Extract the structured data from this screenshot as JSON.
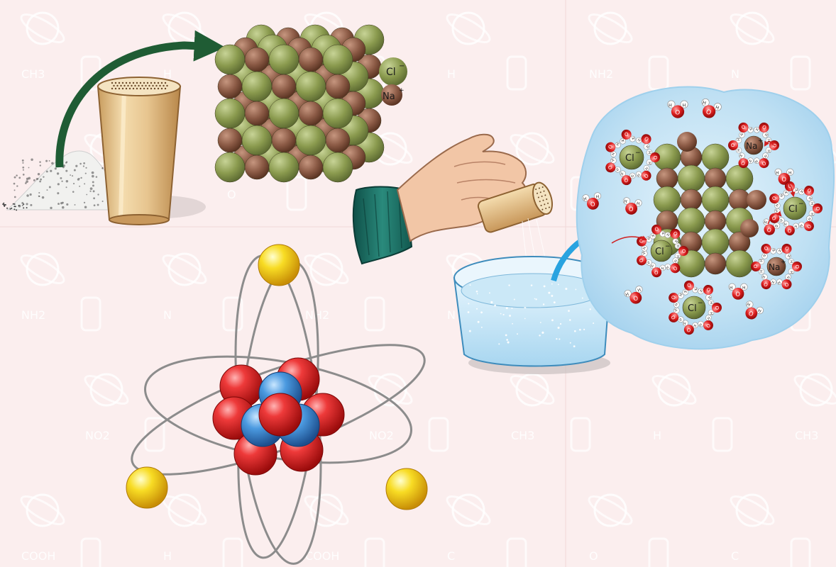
{
  "background": {
    "color": "#fbeeee",
    "doodle_color": "#ffffff",
    "doodle_labels": [
      "CH3",
      "C",
      "NH2",
      "NO2",
      "COOH",
      "H",
      "O",
      "N",
      "C",
      "H",
      "CH3",
      "C",
      "NH2",
      "NO2",
      "COOH",
      "H",
      "O",
      "N"
    ]
  },
  "salt_lattice": {
    "legend": [
      {
        "name": "cl-legend-ion",
        "symbol": "Cl",
        "charge": "−",
        "color": "#8a9a4e"
      },
      {
        "name": "na-legend-ion",
        "symbol": "Na",
        "charge": "+",
        "color": "#8b5a45"
      }
    ],
    "rows": 5,
    "cols": 5,
    "chloride_color": "#8a9a4e",
    "sodium_color": "#8b5a45",
    "arrow_color": "#1f5c34"
  },
  "shaker": {
    "body_color": "#e8c996",
    "lid_color": "#f4e3c1",
    "salt_pile_color": "#f1f1ef"
  },
  "dissolution": {
    "bowl_water_color": "#c8e6f6",
    "cloud_color": "#b9dcf1",
    "arrow_color": "#29a3e0",
    "sleeve_color": "#1f7268",
    "water_molecule": {
      "oxygen": "O",
      "hydrogen": "H"
    },
    "hydrated_ions": [
      {
        "name": "hydrated-cl-1",
        "symbol": "Cl",
        "charge": "−"
      },
      {
        "name": "hydrated-cl-2",
        "symbol": "Cl",
        "charge": "−"
      },
      {
        "name": "hydrated-cl-3",
        "symbol": "Cl",
        "charge": "−"
      },
      {
        "name": "hydrated-cl-4",
        "symbol": "Cl",
        "charge": "−"
      },
      {
        "name": "hydrated-na-1",
        "symbol": "Na",
        "charge": "+"
      },
      {
        "name": "hydrated-na-2",
        "symbol": "Na",
        "charge": "+"
      }
    ]
  },
  "atom_model": {
    "proton_color": "#e02424",
    "neutron_color": "#3f8ed4",
    "electron_color": "#f7d21a",
    "orbit_color": "#8c8c8c",
    "electron_count": 3,
    "orbit_count": 3
  }
}
